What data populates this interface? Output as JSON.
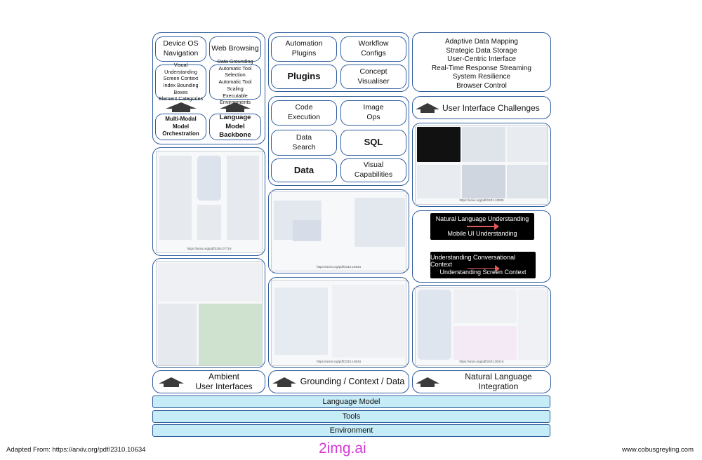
{
  "col1": {
    "top": {
      "device_os": "Device OS\nNavigation",
      "web_browsing": "Web Browsing",
      "left_list": "Visual Understanding\nScreen Context\nIndex Bounding Boxes\nElement Categories",
      "right_list": "Data Grounding\nAutomatic Tool Selection\nAutomatic Tool Scaling\nExecutable Environments",
      "multimodal": "Multi-Modal\nModel Orchestration",
      "lm_backbone": "Language Model\nBackbone"
    },
    "shot1_caption": "https://arxiv.org/pdf/2304.07719",
    "footer_label": "Ambient\nUser Interfaces"
  },
  "col2": {
    "top": {
      "automation_plugins": "Automation\nPlugins",
      "workflow_configs": "Workflow\nConfigs",
      "plugins": "Plugins",
      "concept_visualiser": "Concept\nVisualiser"
    },
    "mid": {
      "code_execution": "Code\nExecution",
      "image_ops": "Image\nOps",
      "data_search": "Data\nSearch",
      "sql": "SQL",
      "data": "Data",
      "visual_capabilities": "Visual\nCapabilities"
    },
    "shot1_caption": "https://arxiv.org/pdf/2310.10634",
    "shot2_caption": "https://arxiv.org/pdf/2310.10634",
    "footer_label": "Grounding / Context / Data"
  },
  "col3": {
    "capabilities": [
      "Adaptive Data Mapping",
      "Strategic Data Storage",
      "User-Centric Interface",
      "Real-Time Response Streaming",
      "System Resilience",
      "Browser Control"
    ],
    "ui_challenges": "User Interface Challenges",
    "shot1_caption": "https://arxiv.org/pdf/2401.10935",
    "black1": {
      "top": "Natural Language Understanding",
      "bottom": "Mobile UI Understanding"
    },
    "black2": {
      "top": "Understanding Conversational Context",
      "bottom": "Understanding Screen Context"
    },
    "shot2_caption": "https://arxiv.org/pdf/2401.00216",
    "footer_label": "Natural Language\nIntegration"
  },
  "bars": [
    "Language Model",
    "Tools",
    "Environment"
  ],
  "footer": {
    "adapted_from": "Adapted From: https://arxiv.org/pdf/2310.10634",
    "brand": "2img.ai",
    "site": "www.cobusgreyling.com"
  },
  "colors": {
    "border": "#2f5d9e",
    "bar_fill": "#c6ecf7",
    "arrow": "#3a3a3a",
    "brand": "#d63ad6"
  }
}
